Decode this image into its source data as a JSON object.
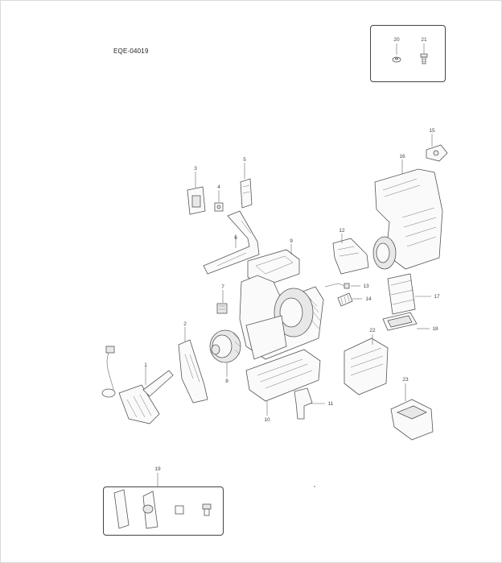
{
  "diagram": {
    "code": "EQE-04019",
    "callouts": {
      "p1": "1",
      "p2": "2",
      "p3": "3",
      "p4": "4",
      "p5": "5",
      "p6": "6",
      "p7": "7",
      "p8": "8",
      "p9": "9",
      "p10": "10",
      "p11": "11",
      "p12": "12",
      "p13": "13",
      "p14": "14",
      "p15": "15",
      "p16": "16",
      "p17": "17",
      "p18": "18",
      "p19": "19",
      "p20": "20",
      "p21": "21",
      "p22": "22",
      "p23": "23"
    }
  }
}
